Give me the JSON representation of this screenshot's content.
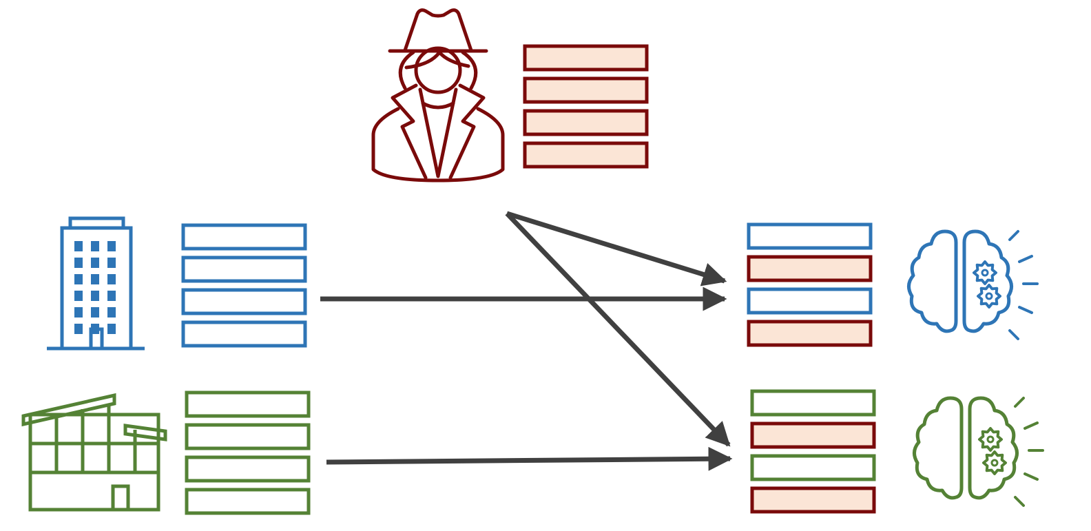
{
  "colors": {
    "attacker": "#7a0a0a",
    "attacker_fill": "#fbe5d6",
    "client_a": "#2e75b6",
    "client_b": "#548235",
    "arrow": "#404040",
    "background": "#ffffff"
  },
  "icons": {
    "attacker": "spy-icon",
    "client_a": "office-building-icon",
    "client_b": "factory-icon",
    "model_a": "brain-gears-icon",
    "model_b": "brain-gears-icon"
  },
  "data_stacks": {
    "attacker": {
      "rows": 4,
      "kind": "poisoned"
    },
    "client_a": {
      "rows": 4,
      "kind": "clean"
    },
    "client_b": {
      "rows": 4,
      "kind": "clean"
    },
    "mixed_a": {
      "rows": [
        "clean",
        "poisoned",
        "clean",
        "poisoned"
      ]
    },
    "mixed_b": {
      "rows": [
        "clean",
        "poisoned",
        "clean",
        "poisoned"
      ]
    }
  },
  "flows": [
    {
      "from": "attacker",
      "to": "mixed_a"
    },
    {
      "from": "attacker",
      "to": "mixed_b"
    },
    {
      "from": "client_a",
      "to": "mixed_a"
    },
    {
      "from": "client_b",
      "to": "mixed_b"
    }
  ]
}
